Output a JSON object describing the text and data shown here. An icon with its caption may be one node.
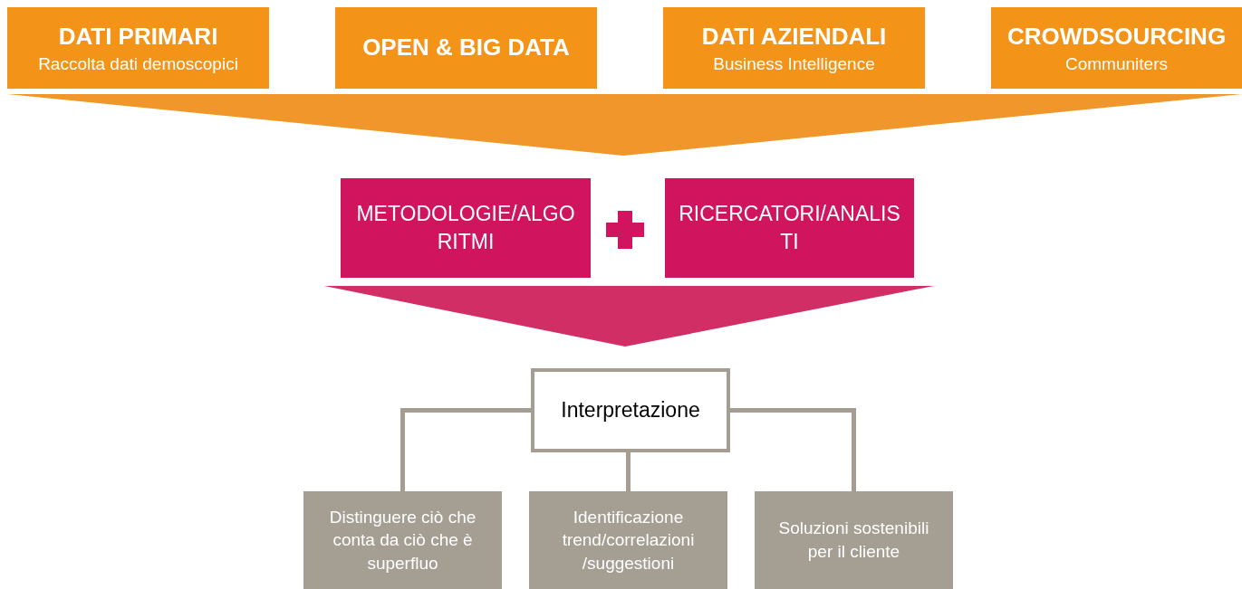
{
  "diagram": {
    "nodes": [
      {
        "text": [
          "DATI PRIMARI",
          "Raccolta dati demoscopici"
        ]
      },
      {
        "text": [
          "OPEN & BIG DATA"
        ]
      },
      {
        "text": [
          "DATI AZIENDALI",
          "Business Intelligence"
        ]
      },
      {
        "text": [
          "CROWDSOURCING",
          "Communiters"
        ]
      },
      {
        "text": [],
        "shape": "triangle"
      },
      {
        "text": [
          "METODOLOGIE/ALGORITMI"
        ]
      },
      {
        "text": [
          "RICERCATORI/ANALISTI"
        ]
      },
      {
        "text": [],
        "shape": "triangle"
      },
      {
        "text": [
          "Interpretazione"
        ]
      },
      {
        "text": [
          "Distinguere ciò che conta da ciò che è superfluo"
        ]
      },
      {
        "text": [
          "Identificazione trend/correlazioni /suggestioni"
        ]
      },
      {
        "text": [
          "Soluzioni sostenibili per il cliente"
        ]
      }
    ],
    "edges": [
      {
        "from": 8,
        "to": 9,
        "arrow": "none"
      },
      {
        "from": 8,
        "to": 10,
        "arrow": "none"
      },
      {
        "from": 8,
        "to": 11,
        "arrow": "none"
      }
    ]
  }
}
